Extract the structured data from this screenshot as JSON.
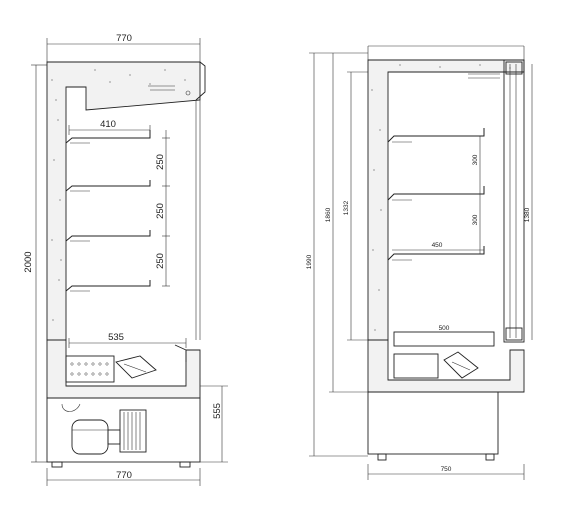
{
  "left_view": {
    "dim_top": "770",
    "dim_bottom": "770",
    "dim_height": "2000",
    "dim_base": "555",
    "dim_shelf_depth": "410",
    "dim_deck_depth": "535",
    "dim_spacing_1": "250",
    "dim_spacing_2": "250",
    "dim_spacing_3": "250"
  },
  "right_view": {
    "dim_total": "1990",
    "dim_interior": "1860",
    "dim_display": "1332",
    "dim_door": "1380",
    "dim_spacing_1": "300",
    "dim_spacing_2": "300",
    "dim_shelf_depth": "450",
    "dim_deck_depth": "500",
    "dim_bottom": "750"
  }
}
